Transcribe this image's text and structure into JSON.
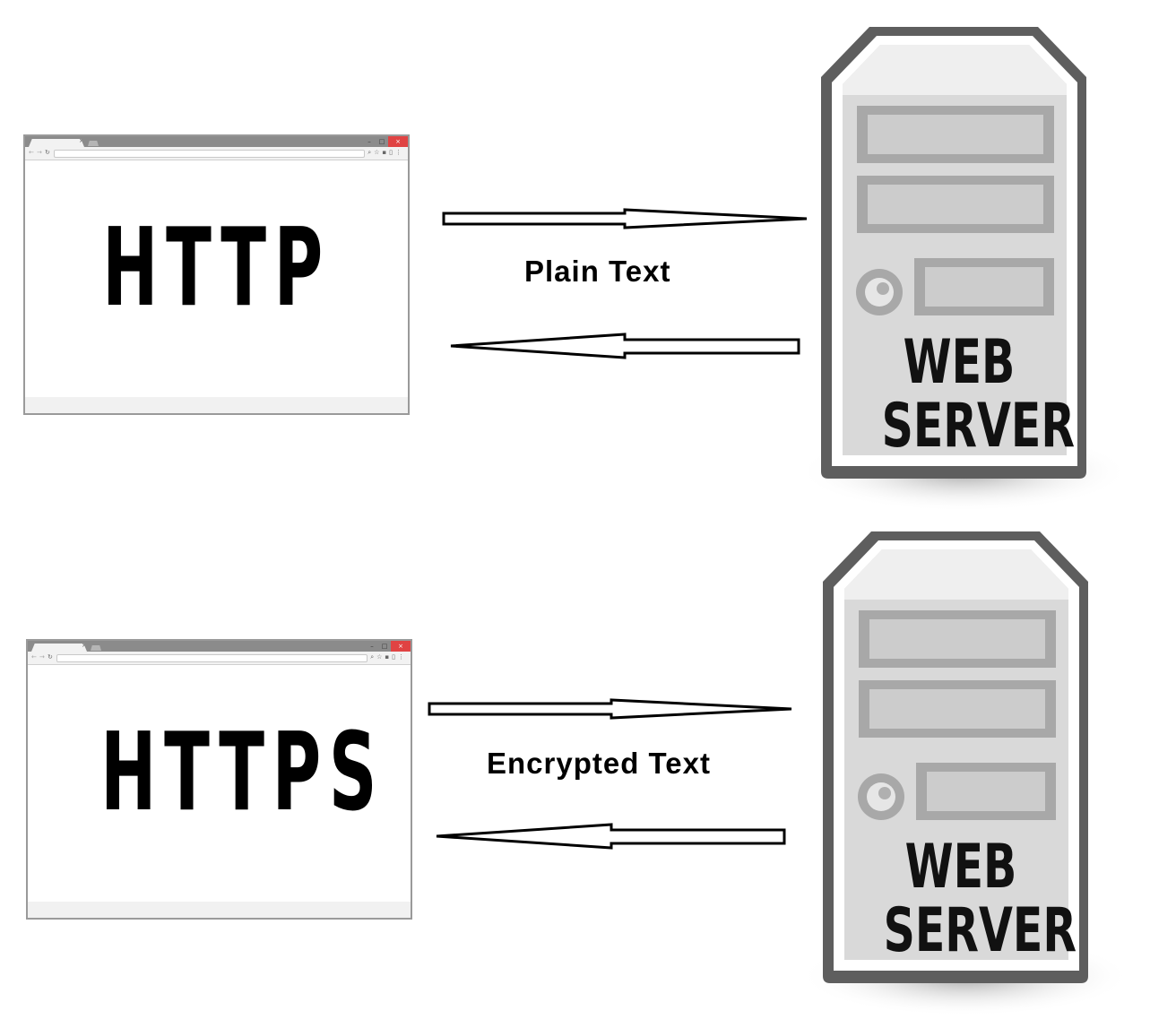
{
  "diagrams": [
    {
      "browser": {
        "protocol_label": "HTTP"
      },
      "connection_label": "Plain Text",
      "server": {
        "label_line1": "WEB",
        "label_line2": "SERVER"
      }
    },
    {
      "browser": {
        "protocol_label": "HTTPS"
      },
      "connection_label": "Encrypted Text",
      "server": {
        "label_line1": "WEB",
        "label_line2": "SERVER"
      }
    }
  ],
  "colors": {
    "browser_titlebar": "#8b8b8b",
    "browser_close": "#e04343",
    "server_frame": "#5e5e5e",
    "server_body": "#d9d9d9",
    "server_bay": "#a8a8a8"
  }
}
